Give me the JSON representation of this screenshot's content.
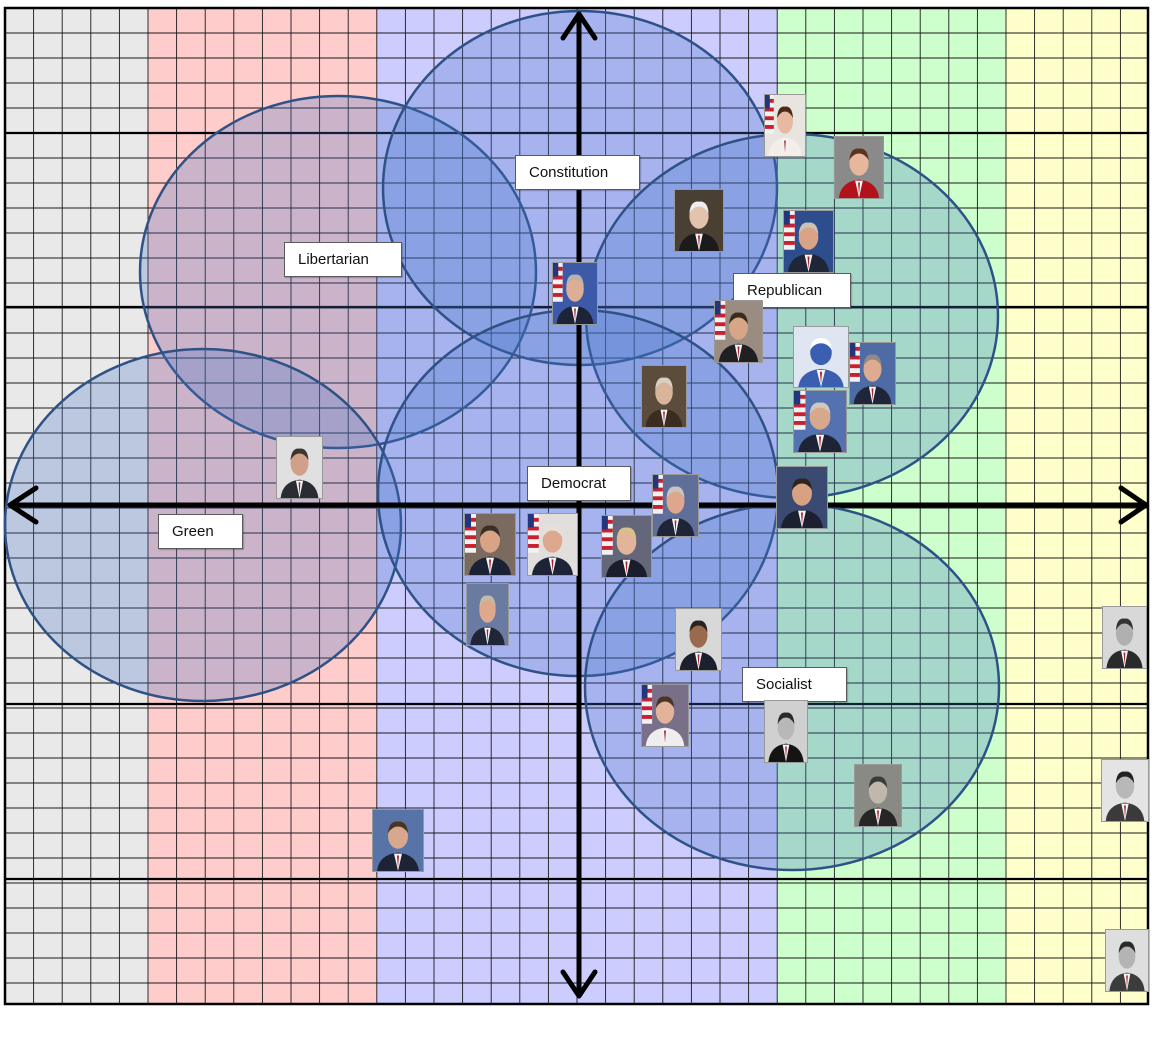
{
  "colors": {
    "band_far_left": "#e9e9e9",
    "band_left": "#ffcccc",
    "band_center": "#ccccff",
    "band_right": "#ccffcc",
    "band_far_right": "#ffffcc",
    "grid_thin": "#1a1a1a",
    "circle_fill": "#4472c4",
    "circle_stroke": "#2f5286",
    "axis": "#000000"
  },
  "parties": [
    {
      "id": "constitution",
      "label": "Constitution"
    },
    {
      "id": "libertarian",
      "label": "Libertarian"
    },
    {
      "id": "republican",
      "label": "Republican"
    },
    {
      "id": "democrat",
      "label": "Democrat"
    },
    {
      "id": "green",
      "label": "Green"
    },
    {
      "id": "socialist",
      "label": "Socialist"
    }
  ],
  "portraits": [
    {
      "id": "michele-bachmann",
      "bg": "#e8e4e0",
      "skin": "#e7b9a0",
      "suit": "#f2eeea",
      "hair": "#4a2a18",
      "flag": true
    },
    {
      "id": "sarah-palin",
      "bg": "#8a8a8a",
      "skin": "#e6b79c",
      "suit": "#b3121a",
      "hair": "#5a3320",
      "flag": false
    },
    {
      "id": "george-washington",
      "bg": "#4a3f33",
      "skin": "#e2c4ae",
      "suit": "#1b1b1b",
      "hair": "#eeeeee",
      "flag": false
    },
    {
      "id": "john-boehner",
      "bg": "#2d4d8c",
      "skin": "#d9a486",
      "suit": "#1e2638",
      "hair": "#c9c2b6",
      "flag": true
    },
    {
      "id": "ron-paul",
      "bg": "#3d5aa8",
      "skin": "#dcae96",
      "suit": "#1d2437",
      "hair": "#b9b2a8",
      "flag": true
    },
    {
      "id": "ronald-reagan",
      "bg": "#9a8c80",
      "skin": "#d7a688",
      "suit": "#1f1f24",
      "hair": "#3a2b20",
      "flag": true
    },
    {
      "id": "hamilton-big-blue",
      "bg": "#dfe6f2",
      "skin": "#3b5fb0",
      "suit": "#3b5fb0",
      "hair": "#ffffff",
      "flag": false
    },
    {
      "id": "george-w-bush",
      "bg": "#4f6ba6",
      "skin": "#dcab90",
      "suit": "#20263a",
      "hair": "#8f8a84",
      "flag": true
    },
    {
      "id": "thomas-jefferson",
      "bg": "#5b4c3c",
      "skin": "#d8b59a",
      "suit": "#3b2c20",
      "hair": "#d7d0c4",
      "flag": false
    },
    {
      "id": "george-h-w-bush",
      "bg": "#5472b0",
      "skin": "#d8a88c",
      "suit": "#1e2436",
      "hair": "#cfc8c0",
      "flag": true
    },
    {
      "id": "ralph-nader",
      "bg": "#e0e0e0",
      "skin": "#cfa08a",
      "suit": "#2a2c34",
      "hair": "#3e3530",
      "flag": false
    },
    {
      "id": "bill-clinton",
      "bg": "#5f6f9a",
      "skin": "#dea68c",
      "suit": "#1f2436",
      "hair": "#c7c4c2",
      "flag": true
    },
    {
      "id": "mitt-romney",
      "bg": "#3a4a70",
      "skin": "#d7a284",
      "suit": "#1c2030",
      "hair": "#2b2420",
      "flag": false
    },
    {
      "id": "al-gore",
      "bg": "#7a6a60",
      "skin": "#d9a486",
      "suit": "#1c2236",
      "hair": "#3a3028",
      "flag": true
    },
    {
      "id": "joe-biden",
      "bg": "#e2dedb",
      "skin": "#dda88e",
      "suit": "#1e2438",
      "hair": "#e4e0da",
      "flag": true
    },
    {
      "id": "hillary-clinton",
      "bg": "#64667a",
      "skin": "#e2b59a",
      "suit": "#1a1e2c",
      "hair": "#d9c08a",
      "flag": true
    },
    {
      "id": "jimmy-carter",
      "bg": "#6a7aa0",
      "skin": "#dea88c",
      "suit": "#1f2638",
      "hair": "#c4b8a6",
      "flag": false
    },
    {
      "id": "barack-obama",
      "bg": "#d8d8d8",
      "skin": "#9a6a4e",
      "suit": "#1b1f2e",
      "hair": "#2a2220",
      "flag": false
    },
    {
      "id": "nancy-pelosi",
      "bg": "#7a6f88",
      "skin": "#e2b29a",
      "suit": "#eeeeee",
      "hair": "#4a3428",
      "flag": true
    },
    {
      "id": "karl-marx",
      "bg": "#d0d0d0",
      "skin": "#b8b8b8",
      "suit": "#141414",
      "hair": "#2a2a2a",
      "flag": false
    },
    {
      "id": "vladimir-lenin",
      "bg": "#8a8a84",
      "skin": "#c0b8ac",
      "suit": "#262626",
      "hair": "#3a3a3a",
      "flag": false
    },
    {
      "id": "dennis-kucinich",
      "bg": "#5873a8",
      "skin": "#d8a88e",
      "suit": "#1d2234",
      "hair": "#4a3424",
      "flag": false
    },
    {
      "id": "benito-mussolini",
      "bg": "#d8d8d8",
      "skin": "#b0b0b0",
      "suit": "#2a2a2a",
      "hair": "#333333",
      "flag": false
    },
    {
      "id": "adolf-hitler",
      "bg": "#e4e4e4",
      "skin": "#b8b8b8",
      "suit": "#3a3a3a",
      "hair": "#222222",
      "flag": false
    },
    {
      "id": "joseph-stalin",
      "bg": "#dedede",
      "skin": "#b4b4b4",
      "suit": "#3c3c3c",
      "hair": "#2a2a2a",
      "flag": false
    }
  ]
}
